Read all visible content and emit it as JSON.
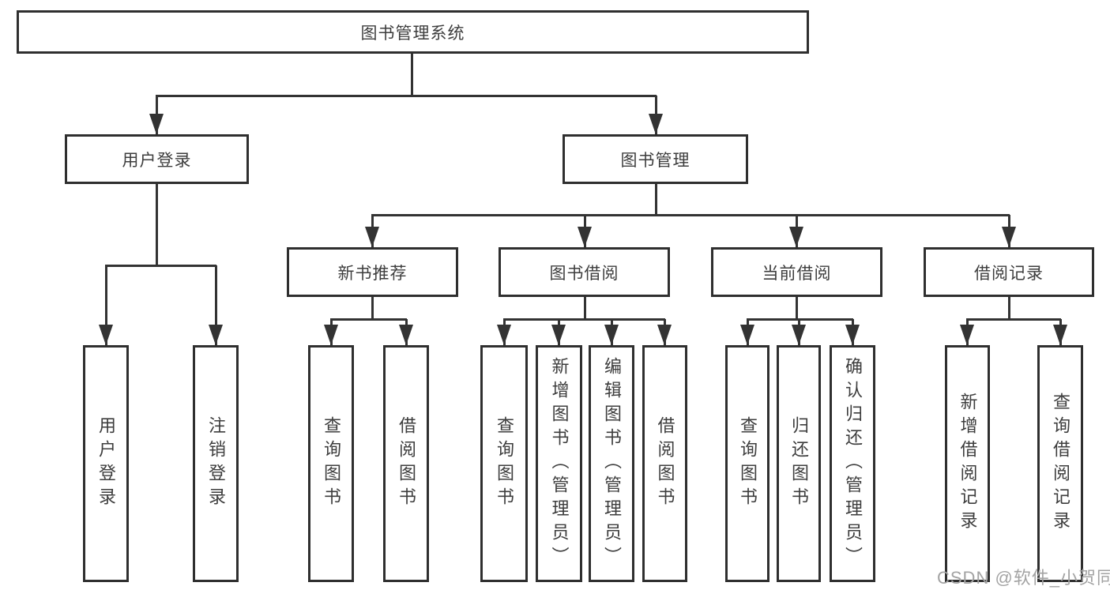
{
  "diagram_type": "functional-structure-tree",
  "tree": {
    "label": "图书管理系统",
    "children": [
      {
        "label": "用户登录",
        "children": [
          {
            "label": "用户登录"
          },
          {
            "label": "注销登录"
          }
        ]
      },
      {
        "label": "图书管理",
        "children": [
          {
            "label": "新书推荐",
            "children": [
              {
                "label": "查询图书"
              },
              {
                "label": "借阅图书"
              }
            ]
          },
          {
            "label": "图书借阅",
            "children": [
              {
                "label": "查询图书"
              },
              {
                "label": "新增图书（管理员）"
              },
              {
                "label": "编辑图书（管理员）"
              },
              {
                "label": "借阅图书"
              }
            ]
          },
          {
            "label": "当前借阅",
            "children": [
              {
                "label": "查询图书"
              },
              {
                "label": "归还图书"
              },
              {
                "label": "确认归还（管理员）"
              }
            ]
          },
          {
            "label": "借阅记录",
            "children": [
              {
                "label": "新增借阅记录"
              },
              {
                "label": "查询借阅记录"
              }
            ]
          }
        ]
      }
    ]
  },
  "watermark": {
    "text": "CSDN @软件_小贺同学"
  },
  "colors": {
    "line": "#333333",
    "border": "#2f2f2f",
    "text": "#3d3d3d",
    "background": "#ffffff",
    "watermark": "#a3a3a3"
  }
}
